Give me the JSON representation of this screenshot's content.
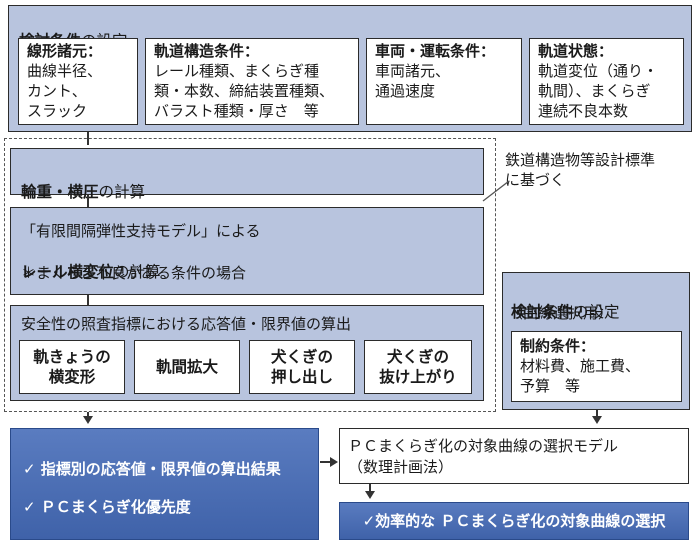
{
  "top": {
    "title_bold": "検討条件",
    "title_rest": "の設定",
    "boxes": [
      {
        "head": "線形諸元：",
        "body": "曲線半径、\nカント、\nスラック"
      },
      {
        "head": "軌道構造条件：",
        "body": "レール種類、まくらぎ種\n類・本数、締結装置種類、\nバラスト種類・厚さ　等"
      },
      {
        "head": "車両・運転条件：",
        "body": "車両諸元、\n通過速度"
      },
      {
        "head": "軌道状態：",
        "body": "軌道変位（通り・\n軌間）、まくらぎ\n連続不良本数"
      }
    ]
  },
  "note": "鉄道構造物等設計標準\nに基づく",
  "wheel": {
    "bold": "輪重・横圧",
    "rest": "の計算"
  },
  "model": {
    "line1": "「有限間隔弾性支持モデル」による",
    "line2_bold": "レール横変位",
    "line2_rest": "の計算",
    "line3": "＊まくらぎ不良がある条件の場合"
  },
  "safety": {
    "title": "安全性の照査指標における応答値・限界値の算出",
    "items": [
      "軌きょうの\n横変形",
      "軌間拡大",
      "犬くぎの\n押し出し",
      "犬くぎの\n抜け上がり"
    ]
  },
  "curve_cond": {
    "title_bold": "検討条件",
    "title_rest": "の設定",
    "sub": "（曲線選択用）",
    "head": "制約条件：",
    "body": "材料費、施工費、\n予算　等"
  },
  "results": [
    "✓ 指標別の応答値・限界値の算出結果",
    "✓ ＰＣまくらぎ化優先度"
  ],
  "selection": {
    "line1": "ＰＣまくらぎ化の対象曲線の選択モデル",
    "line2": "（数理計画法）"
  },
  "final": "✓効率的な ＰＣまくらぎ化の対象曲線の選択"
}
